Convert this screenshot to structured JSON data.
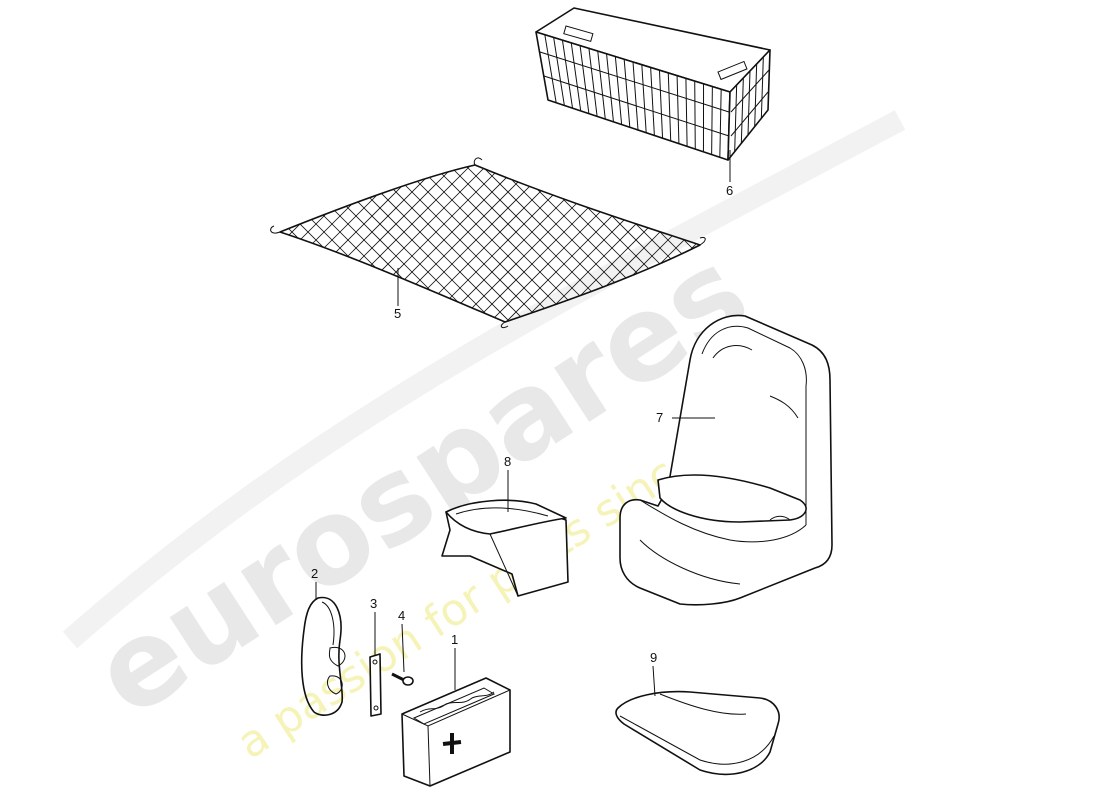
{
  "watermark": {
    "brand": "eurospares",
    "tagline": "a passion for parts since 1985"
  },
  "callouts": {
    "c1": "1",
    "c2": "2",
    "c3": "3",
    "c4": "4",
    "c5": "5",
    "c6": "6",
    "c7": "7",
    "c8": "8",
    "c9": "9"
  }
}
